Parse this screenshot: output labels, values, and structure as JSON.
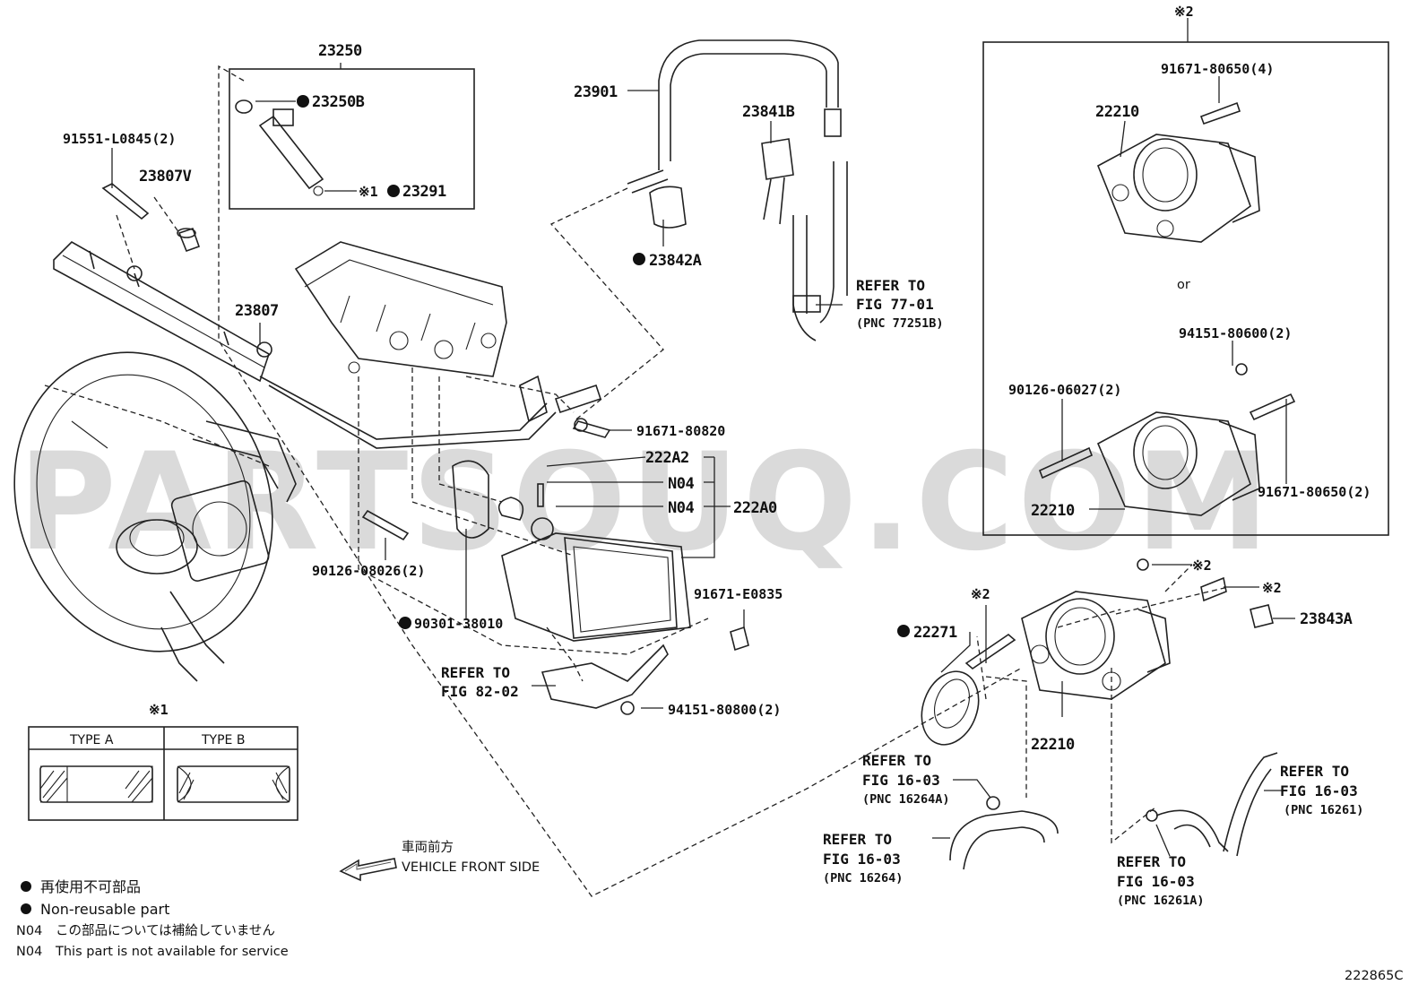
{
  "watermark": "PARTSOUQ.COM",
  "diagram_code": "222865C",
  "part_labels": {
    "p23250": "23250",
    "p23250B": "23250B",
    "p23291": "23291",
    "p23291_note": "※1",
    "p91551": "91551-L0845(2)",
    "p23807V": "23807V",
    "p23807": "23807",
    "p23901": "23901",
    "p23841B": "23841B",
    "p23842A": "23842A",
    "p91671_80820": "91671-80820",
    "p222A2": "222A2",
    "p222A0": "222A0",
    "n04a": "N04",
    "n04b": "N04",
    "p90126_08026": "90126-08026(2)",
    "p90301_38010": "90301-38010",
    "p91671_E0835": "91671-E0835",
    "p94151_80800": "94151-80800(2)",
    "p22271": "22271",
    "p22271_note": "※2",
    "p22210_main": "22210",
    "p23843A": "23843A",
    "note_nut": "※2",
    "note_bolt": "※2"
  },
  "inset": {
    "title": "※2",
    "p22210_a": "22210",
    "p91671_80650_a": "91671-80650(4)",
    "or": "or",
    "p94151_80600": "94151-80600(2)",
    "p90126_06027": "90126-06027(2)",
    "p91671_80650_b": "91671-80650(2)",
    "p22210_b": "22210"
  },
  "refs": {
    "r77_1": "REFER TO",
    "r77_2": "FIG 77-01",
    "r77_3": "(PNC 77251B)",
    "r82_1": "REFER TO",
    "r82_2": "FIG 82-02",
    "r16a_1": "REFER TO",
    "r16a_2": "FIG 16-03",
    "r16a_3": "(PNC 16264A)",
    "r16b_1": "REFER TO",
    "r16b_2": "FIG 16-03",
    "r16b_3": "(PNC 16264)",
    "r16c_1": "REFER TO",
    "r16c_2": "FIG 16-03",
    "r16c_3": "(PNC 16261)",
    "r16d_1": "REFER TO",
    "r16d_2": "FIG 16-03",
    "r16d_3": "(PNC 16261A)"
  },
  "type_table": {
    "note": "※1",
    "type_a": "TYPE A",
    "type_b": "TYPE B"
  },
  "front": {
    "jp": "車両前方",
    "en": "VEHICLE FRONT SIDE"
  },
  "legend": {
    "non_reusable_jp": "再使用不可部品",
    "non_reusable_en": "Non-reusable part",
    "n04_code_jp": "N04",
    "n04_jp": "この部品については補給していません",
    "n04_code_en": "N04",
    "n04_en": "This part is not available for service"
  }
}
